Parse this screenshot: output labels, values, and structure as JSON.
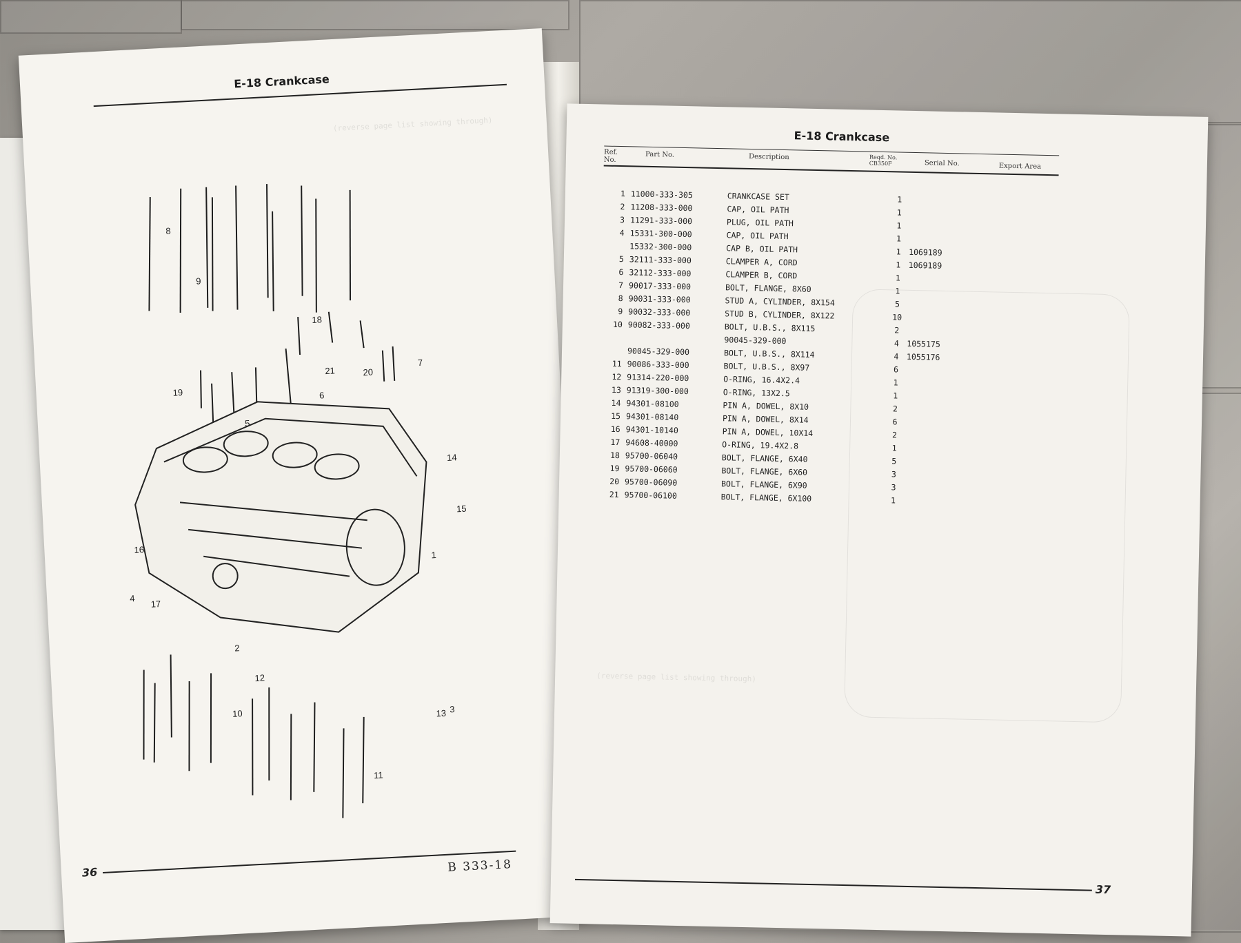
{
  "left_page": {
    "section_title": "E-18  Crankcase",
    "page_number": "36",
    "illustration_code": "B 333-18",
    "callouts": [
      "1",
      "2",
      "3",
      "4",
      "5",
      "6",
      "7",
      "8",
      "9",
      "10",
      "11",
      "12",
      "13",
      "14",
      "15",
      "16",
      "17",
      "18",
      "19",
      "20",
      "21"
    ]
  },
  "right_page": {
    "section_title": "E-18  Crankcase",
    "page_number": "37",
    "columns": {
      "ref": "Ref. No.",
      "part_no": "Part No.",
      "description": "Description",
      "reqd": "Reqd. No. CB350F",
      "serial": "Serial No.",
      "export": "Export Area"
    },
    "rows": [
      {
        "ref": "1",
        "part": "11000-333-305",
        "desc": "CRANKCASE SET",
        "qty": "1",
        "serial": ""
      },
      {
        "ref": "2",
        "part": "11208-333-000",
        "desc": "CAP, OIL PATH",
        "qty": "1",
        "serial": ""
      },
      {
        "ref": "3",
        "part": "11291-333-000",
        "desc": "PLUG, OIL PATH",
        "qty": "1",
        "serial": ""
      },
      {
        "ref": "4",
        "part": "15331-300-000",
        "desc": "CAP, OIL PATH",
        "qty": "1",
        "serial": ""
      },
      {
        "ref": "",
        "part": "15332-300-000",
        "desc": "CAP B, OIL PATH",
        "qty": "1",
        "serial": "1069189"
      },
      {
        "ref": "5",
        "part": "32111-333-000",
        "desc": "CLAMPER A, CORD",
        "qty": "1",
        "serial": "1069189"
      },
      {
        "ref": "6",
        "part": "32112-333-000",
        "desc": "CLAMPER B, CORD",
        "qty": "1",
        "serial": ""
      },
      {
        "ref": "7",
        "part": "90017-333-000",
        "desc": "BOLT, FLANGE, 8X60",
        "qty": "1",
        "serial": ""
      },
      {
        "ref": "8",
        "part": "90031-333-000",
        "desc": "STUD A, CYLINDER, 8X154",
        "qty": "5",
        "serial": ""
      },
      {
        "ref": "9",
        "part": "90032-333-000",
        "desc": "STUD B, CYLINDER, 8X122",
        "qty": "10",
        "serial": ""
      },
      {
        "ref": "10",
        "part": "90082-333-000",
        "desc": "BOLT, U.B.S., 8X115",
        "qty": "2",
        "serial": ""
      },
      {
        "ref": "",
        "part": "",
        "desc": "90045-329-000",
        "qty": "4",
        "serial": "1055175"
      },
      {
        "ref": "",
        "part": "90045-329-000",
        "desc": "BOLT, U.B.S., 8X114",
        "qty": "4",
        "serial": "1055176"
      },
      {
        "ref": "11",
        "part": "90086-333-000",
        "desc": "BOLT, U.B.S., 8X97",
        "qty": "6",
        "serial": ""
      },
      {
        "ref": "12",
        "part": "91314-220-000",
        "desc": "O-RING, 16.4X2.4",
        "qty": "1",
        "serial": ""
      },
      {
        "ref": "13",
        "part": "91319-300-000",
        "desc": "O-RING, 13X2.5",
        "qty": "1",
        "serial": ""
      },
      {
        "ref": "14",
        "part": "94301-08100",
        "desc": "PIN A, DOWEL, 8X10",
        "qty": "2",
        "serial": ""
      },
      {
        "ref": "15",
        "part": "94301-08140",
        "desc": "PIN A, DOWEL, 8X14",
        "qty": "6",
        "serial": ""
      },
      {
        "ref": "16",
        "part": "94301-10140",
        "desc": "PIN A, DOWEL, 10X14",
        "qty": "2",
        "serial": ""
      },
      {
        "ref": "17",
        "part": "94608-40000",
        "desc": "O-RING, 19.4X2.8",
        "qty": "1",
        "serial": ""
      },
      {
        "ref": "18",
        "part": "95700-06040",
        "desc": "BOLT, FLANGE, 6X40",
        "qty": "5",
        "serial": ""
      },
      {
        "ref": "19",
        "part": "95700-06060",
        "desc": "BOLT, FLANGE, 6X60",
        "qty": "3",
        "serial": ""
      },
      {
        "ref": "20",
        "part": "95700-06090",
        "desc": "BOLT, FLANGE, 6X90",
        "qty": "3",
        "serial": ""
      },
      {
        "ref": "21",
        "part": "95700-06100",
        "desc": "BOLT, FLANGE, 6X100",
        "qty": "1",
        "serial": ""
      }
    ]
  }
}
